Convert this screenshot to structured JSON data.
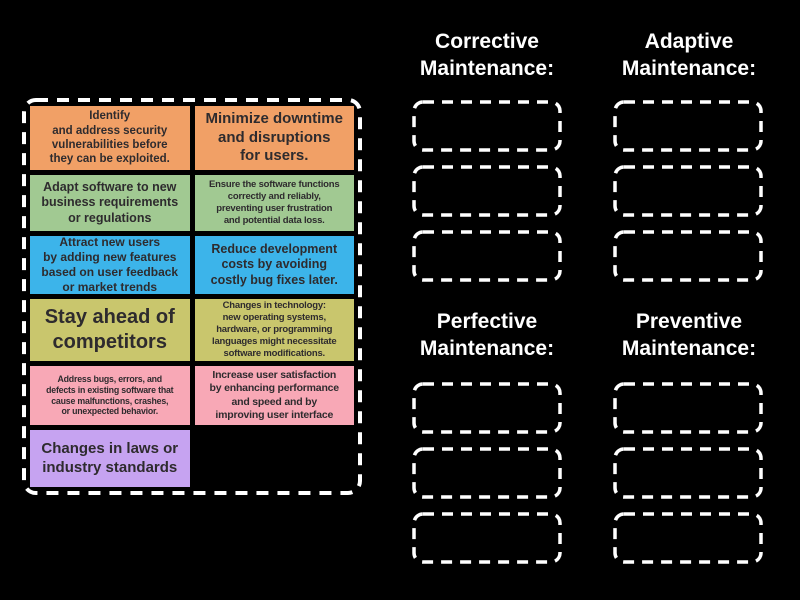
{
  "background": "#000000",
  "dash_color": "#ffffff",
  "tile_text_color": "#2e2b2e",
  "tiles": [
    {
      "text": "Identify\nand address security\nvulnerabilities before\nthey can be exploited.",
      "color": "#f1a066"
    },
    {
      "text": "Minimize downtime\nand disruptions\nfor users.",
      "color": "#f1a066"
    },
    {
      "text": "Adapt software to new\nbusiness requirements\nor regulations",
      "color": "#a1c992"
    },
    {
      "text": "Ensure the software functions\ncorrectly and reliably,\npreventing user frustration\nand potential data loss.",
      "color": "#a1c992"
    },
    {
      "text": "Attract new users\nby adding new features\nbased on user feedback\nor market trends",
      "color": "#3cb4ea"
    },
    {
      "text": "Reduce development\ncosts by avoiding\ncostly bug fixes later.",
      "color": "#3cb4ea"
    },
    {
      "text": "Stay ahead of\ncompetitors",
      "color": "#c9c66d"
    },
    {
      "text": "Changes in technology:\nnew operating systems,\nhardware, or programming\nlanguages might necessitate\nsoftware modifications.",
      "color": "#c9c66d"
    },
    {
      "text": "Address bugs, errors, and\ndefects in existing software that\ncause malfunctions, crashes,\nor unexpected behavior.",
      "color": "#f8a8b6"
    },
    {
      "text": "Increase user satisfaction\nby enhancing performance\nand speed and by\nimproving user interface",
      "color": "#f8a8b6"
    },
    {
      "text": "Changes in laws or\nindustry standards",
      "color": "#c6a3f1"
    }
  ],
  "categories": [
    {
      "label": "Corrective Maintenance:",
      "slot_count": 3
    },
    {
      "label": "Adaptive Maintenance:",
      "slot_count": 3
    },
    {
      "label": "Perfective Maintenance:",
      "slot_count": 3
    },
    {
      "label": "Preventive Maintenance:",
      "slot_count": 3
    }
  ]
}
